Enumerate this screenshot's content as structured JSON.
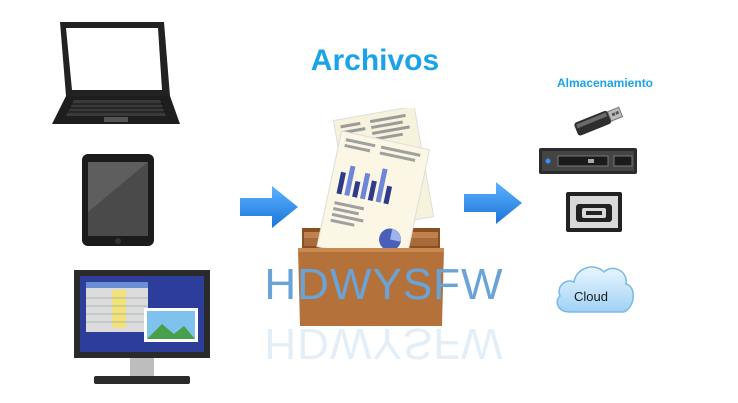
{
  "title": "Archivos",
  "storage_title": "Almacenamiento",
  "brand": "HDWYSFW",
  "cloud_label": "Cloud",
  "colors": {
    "accent": "#1aa3e8",
    "arrow": "#2e8ff0",
    "folder": "#b5713a",
    "brand_text": "#6aa3d8"
  },
  "devices": [
    "laptop-icon",
    "tablet-icon",
    "monitor-icon"
  ],
  "storage_devices": [
    "usb-drive-icon",
    "server-rack-icon",
    "tape-drive-icon",
    "cloud-icon"
  ]
}
